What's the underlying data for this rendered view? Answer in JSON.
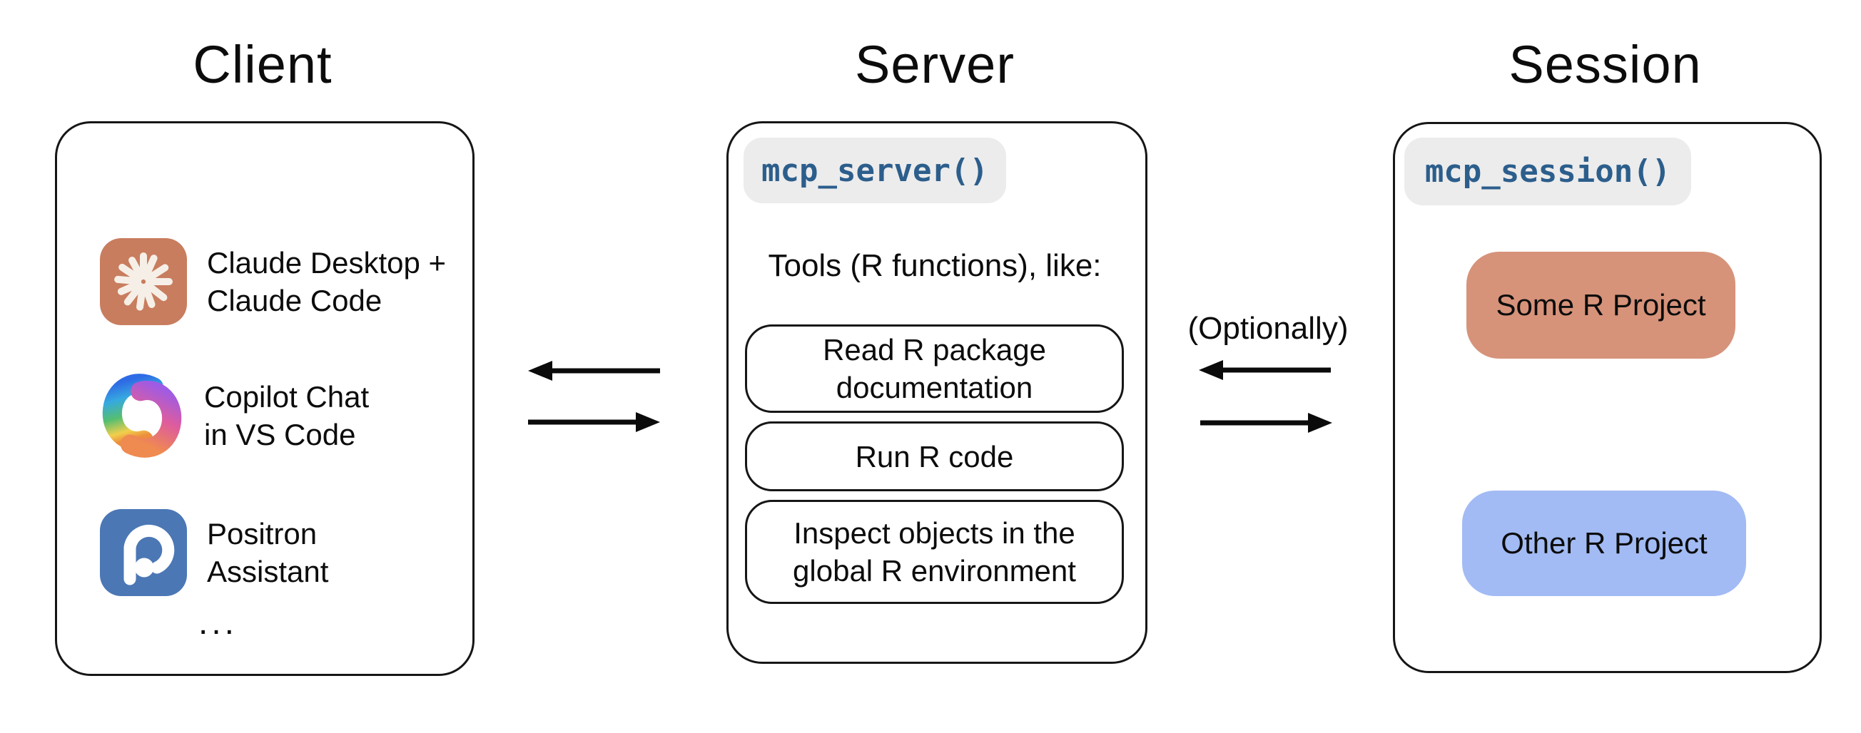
{
  "client": {
    "title": "Client",
    "items": [
      {
        "icon": "claude-icon",
        "lines": [
          "Claude Desktop +",
          "Claude Code"
        ]
      },
      {
        "icon": "copilot-icon",
        "lines": [
          "Copilot Chat",
          "in VS Code"
        ]
      },
      {
        "icon": "positron-icon",
        "lines": [
          "Positron",
          "Assistant"
        ]
      }
    ],
    "ellipsis": "..."
  },
  "server": {
    "title": "Server",
    "code_chip": "mcp_server()",
    "tools_heading": "Tools (R functions), like:",
    "tools": [
      {
        "lines": [
          "Read R package",
          "documentation"
        ]
      },
      {
        "lines": [
          "Run R code"
        ]
      },
      {
        "lines": [
          "Inspect objects in the",
          "global R environment"
        ]
      }
    ]
  },
  "session": {
    "title": "Session",
    "code_chip": "mcp_session()",
    "projects": [
      {
        "label": "Some R Project",
        "color": "#D6937A"
      },
      {
        "label": "Other R Project",
        "color": "#A2BBF4"
      }
    ]
  },
  "connections": {
    "optionally_label": "(Optionally)",
    "arrow_color": "#0b0b0b"
  },
  "colors": {
    "chip_background": "#ECECEC",
    "code_text": "#2C5E8C",
    "box_border": "#161616",
    "claude_icon_background": "#C87D5F",
    "claude_icon_star": "#F6EFE7",
    "positron_icon_background": "#4B77B5",
    "some_r_project_background": "#D6937A",
    "other_r_project_background": "#A2BBF4"
  }
}
